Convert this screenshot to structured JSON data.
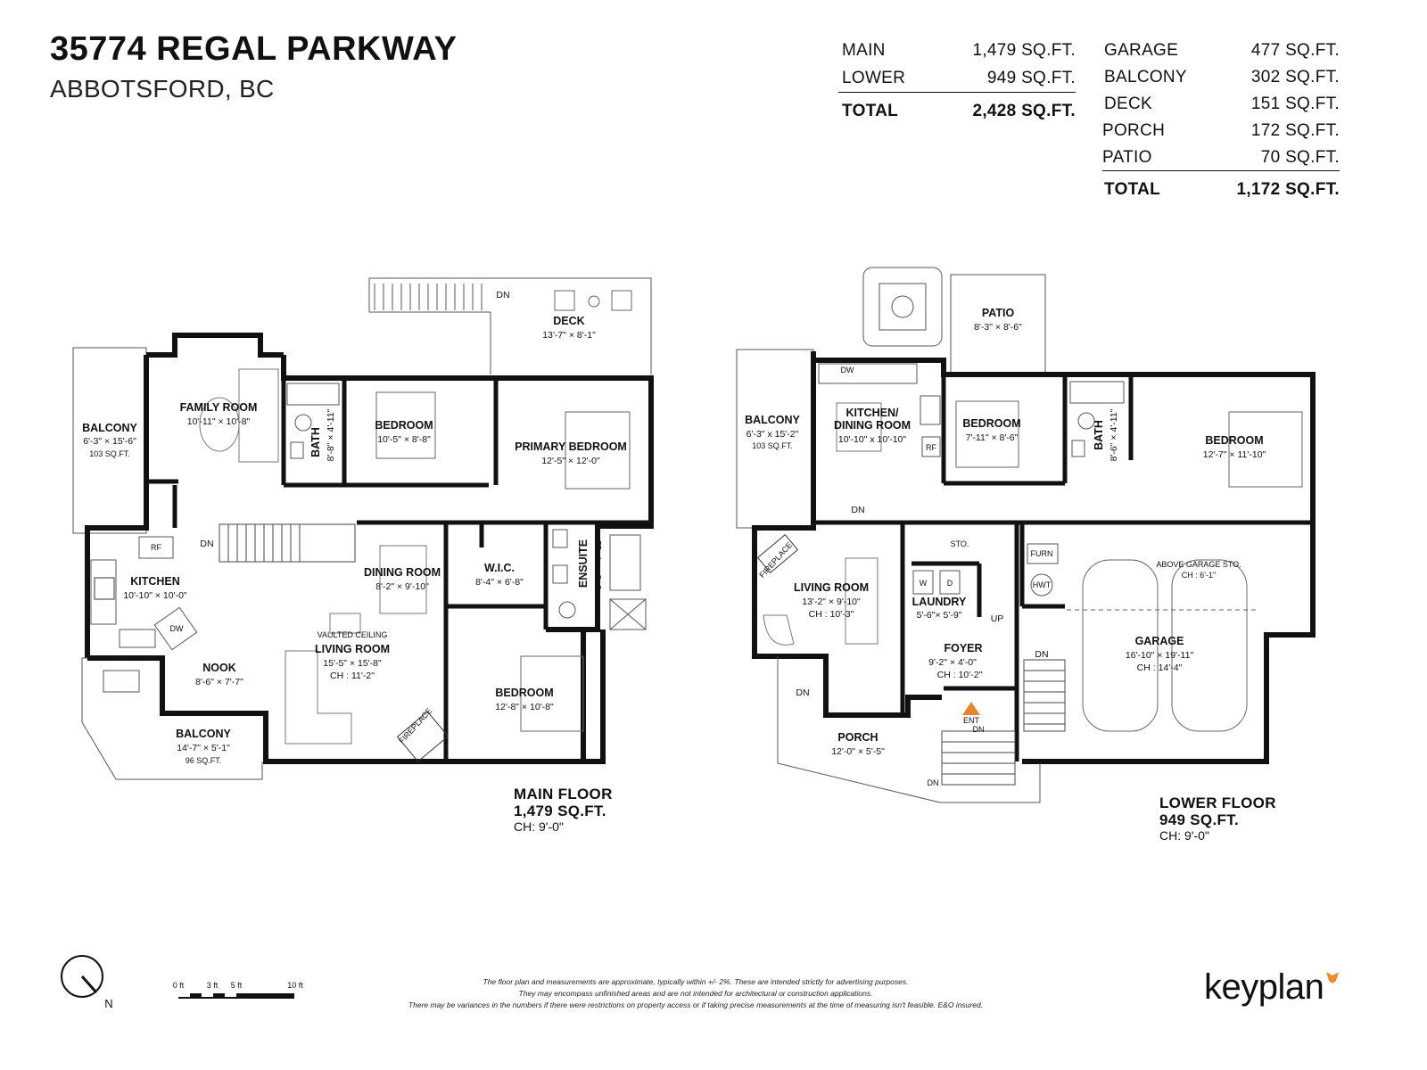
{
  "header": {
    "address": "35774 REGAL PARKWAY",
    "city": "ABBOTSFORD, BC"
  },
  "area_table_left": {
    "rows": [
      {
        "label": "MAIN",
        "value": "1,479 SQ.FT."
      },
      {
        "label": "LOWER",
        "value": "949 SQ.FT."
      }
    ],
    "total_label": "TOTAL",
    "total_value": "2,428 SQ.FT."
  },
  "area_table_right": {
    "rows": [
      {
        "label": "GARAGE",
        "value": "477 SQ.FT."
      },
      {
        "label": "BALCONY",
        "value": "302 SQ.FT."
      },
      {
        "label": "DECK",
        "value": "151 SQ.FT."
      },
      {
        "label": "PORCH",
        "value": "172 SQ.FT."
      },
      {
        "label": "PATIO",
        "value": "70 SQ.FT."
      }
    ],
    "total_label": "TOTAL",
    "total_value": "1,172 SQ.FT."
  },
  "main_floor": {
    "label": "MAIN FLOOR",
    "area": "1,479 SQ.FT.",
    "ceiling": "CH: 9'-0\"",
    "rooms": {
      "deck": {
        "name": "DECK",
        "dim": "13'-7\" × 8'-1\""
      },
      "family": {
        "name": "FAMILY ROOM",
        "dim": "10'-11\" × 10'-8\""
      },
      "balcony1": {
        "name": "BALCONY",
        "dim": "6'-3\" × 15'-6\"",
        "area": "103 SQ.FT."
      },
      "bath": {
        "name": "BATH",
        "dim": "8'-8\" × 4'-11\""
      },
      "bedroom1": {
        "name": "BEDROOM",
        "dim": "10'-5\" × 8'-8\""
      },
      "primary": {
        "name": "PRIMARY BEDROOM",
        "dim": "12'-5\" × 12'-0\""
      },
      "kitchen": {
        "name": "KITCHEN",
        "dim": "10'-10\" × 10'-0\""
      },
      "dining": {
        "name": "DINING ROOM",
        "dim": "8'-2\" × 9'-10\""
      },
      "wic": {
        "name": "W.I.C.",
        "dim": "8'-4\" × 6'-8\""
      },
      "ensuite": {
        "name": "ENSUITE",
        "dim": "9'-0\" × 7'-11\""
      },
      "living": {
        "name": "LIVING ROOM",
        "note": "VAULTED CEILING",
        "dim": "15'-5\" × 15'-8\"",
        "ch": "CH : 11'-2\""
      },
      "nook": {
        "name": "NOOK",
        "dim": "8'-6\" × 7'-7\""
      },
      "bedroom2": {
        "name": "BEDROOM",
        "dim": "12'-8\" × 10'-8\""
      },
      "balcony2": {
        "name": "BALCONY",
        "dim": "14'-7\" × 5'-1\"",
        "area": "96 SQ.FT."
      }
    },
    "tags": {
      "rf": "RF",
      "dw": "DW",
      "dn": "DN",
      "dn2": "DN",
      "fireplace": "FIREPLACE"
    }
  },
  "lower_floor": {
    "label": "LOWER FLOOR",
    "area": "949 SQ.FT.",
    "ceiling": "CH: 9'-0\"",
    "rooms": {
      "patio": {
        "name": "PATIO",
        "dim": "8'-3\" × 8'-6\""
      },
      "balcony": {
        "name": "BALCONY",
        "dim": "6'-3\" x 15'-2\"",
        "area": "103 SQ.FT."
      },
      "kitchen": {
        "name": "KITCHEN/",
        "name2": "DINING ROOM",
        "dim": "10'-10\" x 10'-10\""
      },
      "bedroom1": {
        "name": "BEDROOM",
        "dim": "7'-11\" × 8'-6\""
      },
      "bath": {
        "name": "BATH",
        "dim": "8'-6\" × 4'-11\""
      },
      "bedroom2": {
        "name": "BEDROOM",
        "dim": "12'-7\" × 11'-10\""
      },
      "living": {
        "name": "LIVING ROOM",
        "dim": "13'-2\" × 9'-10\"",
        "ch": "CH : 10'-3\""
      },
      "laundry": {
        "name": "LAUNDRY",
        "dim": "5'-6\"× 5'-9\""
      },
      "foyer": {
        "name": "FOYER",
        "dim": "9'-2\" × 4'-0\"",
        "ch": "CH : 10'-2\""
      },
      "garage": {
        "name": "GARAGE",
        "dim": "16'-10\" × 19'-11\"",
        "ch": "CH : 14'-4\""
      },
      "above": {
        "name": "ABOVE GARAGE STO.",
        "ch": "CH : 6'-1\""
      },
      "porch": {
        "name": "PORCH",
        "dim": "12'-0\" × 5'-5\""
      }
    },
    "tags": {
      "dw": "DW",
      "rf": "RF",
      "dn": "DN",
      "sto": "STO.",
      "furn": "FURN",
      "hwt": "HWT",
      "w": "W",
      "d": "D",
      "up": "UP",
      "dn2": "DN",
      "dn3": "DN",
      "dn4": "DN",
      "dn5": "DN",
      "ent": "ENT",
      "fireplace": "FIREPLACE"
    }
  },
  "compass": {
    "north": "N"
  },
  "scale": {
    "t0": "0 ft",
    "t3": "3 ft",
    "t5": "5 ft",
    "t10": "10 ft"
  },
  "disclaimer": [
    "The floor plan and measurements are approximate, typically within +/- 2%. These are intended strictly for advertising purposes.",
    "They may encompass unfinished areas and are not intended for architectural or construction applications.",
    "There may be variances in the numbers if there were restrictions on property access or if taking precise measurements at the time of measuring isn't feasible. E&O insured."
  ],
  "brand": {
    "name": "keyplan",
    "accent": "#f08a24"
  },
  "colors": {
    "wall": "#111111",
    "entry_marker": "#e8832a"
  }
}
